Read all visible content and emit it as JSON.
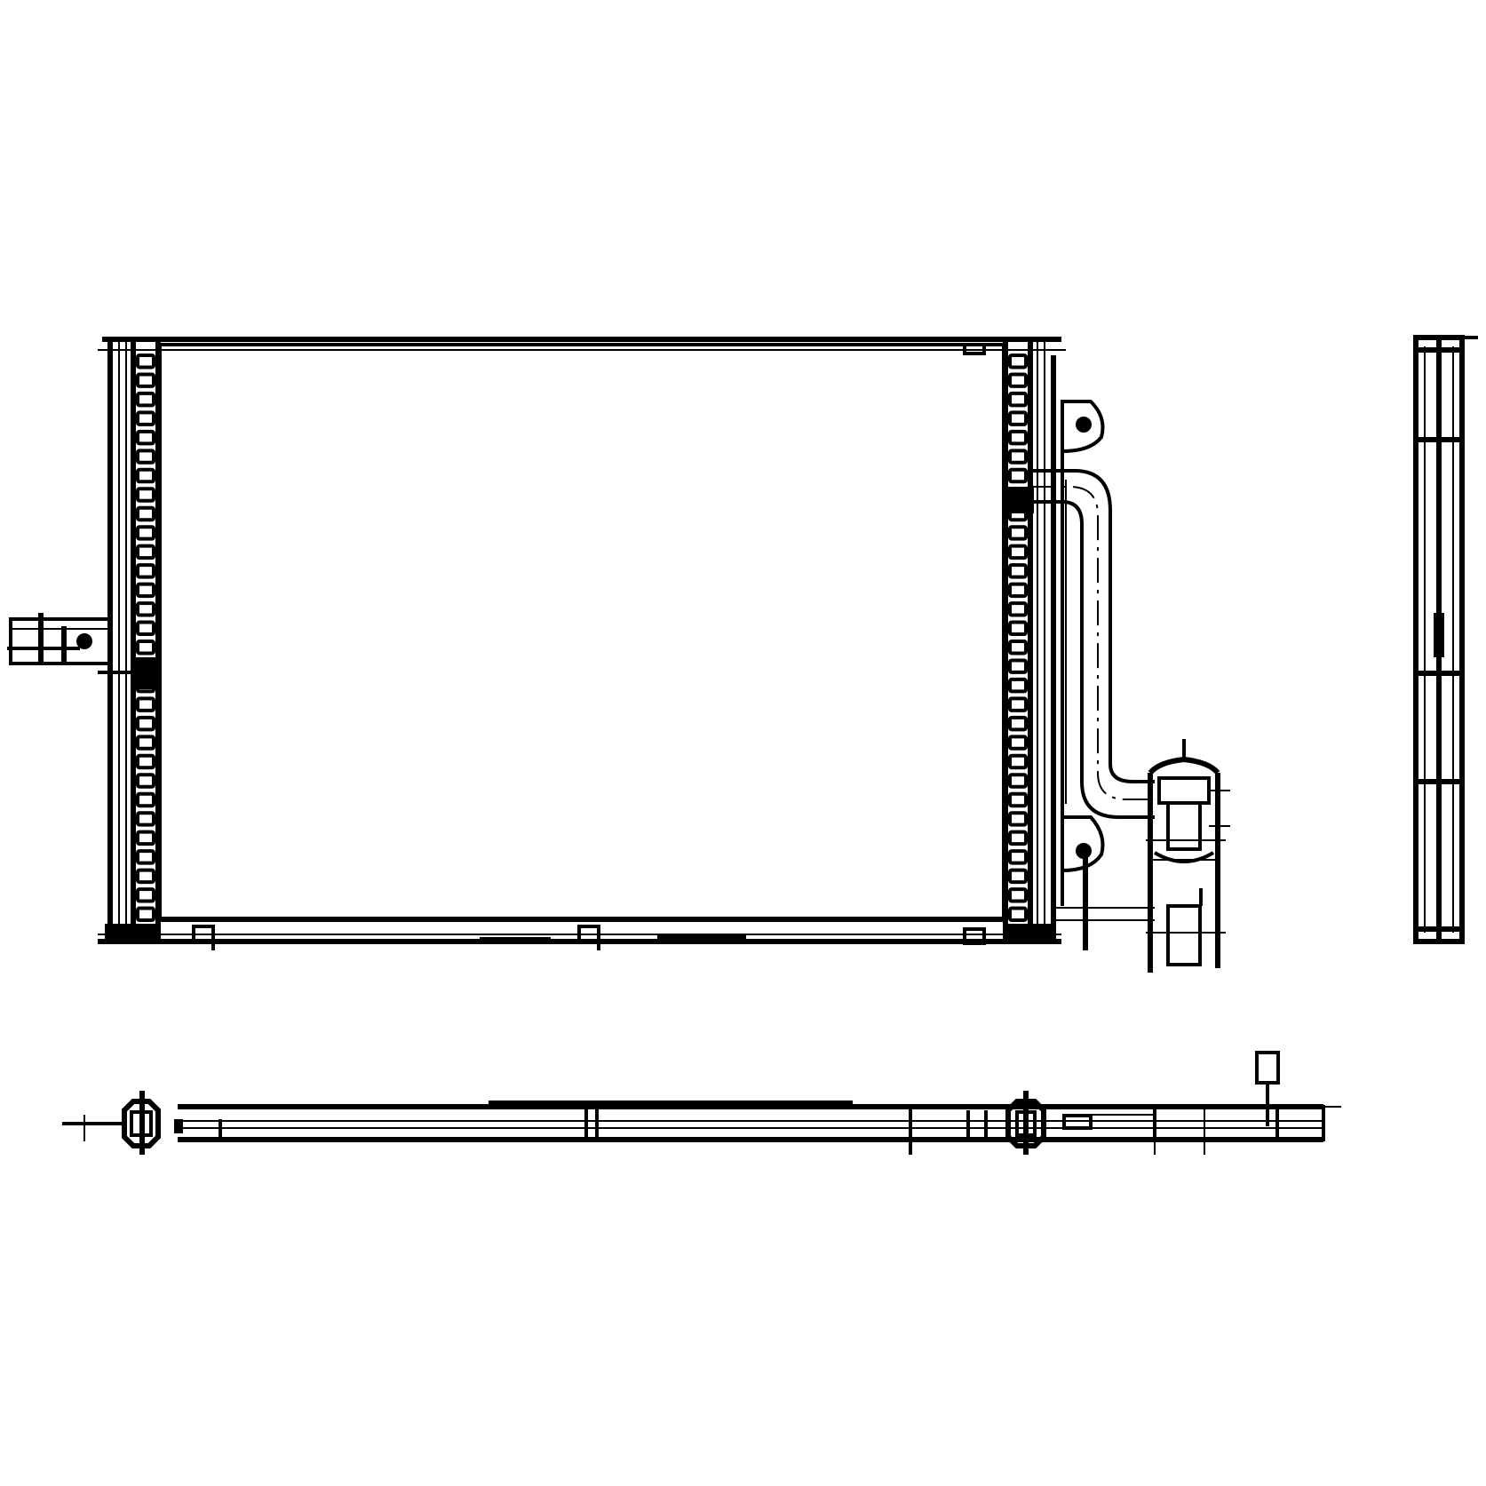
{
  "drawing": {
    "subject": "condenser",
    "views": [
      "front-view",
      "bottom-view",
      "side-view"
    ],
    "colors": {
      "line": "#000000",
      "background": "#ffffff"
    },
    "header_tank_slots": 30
  }
}
